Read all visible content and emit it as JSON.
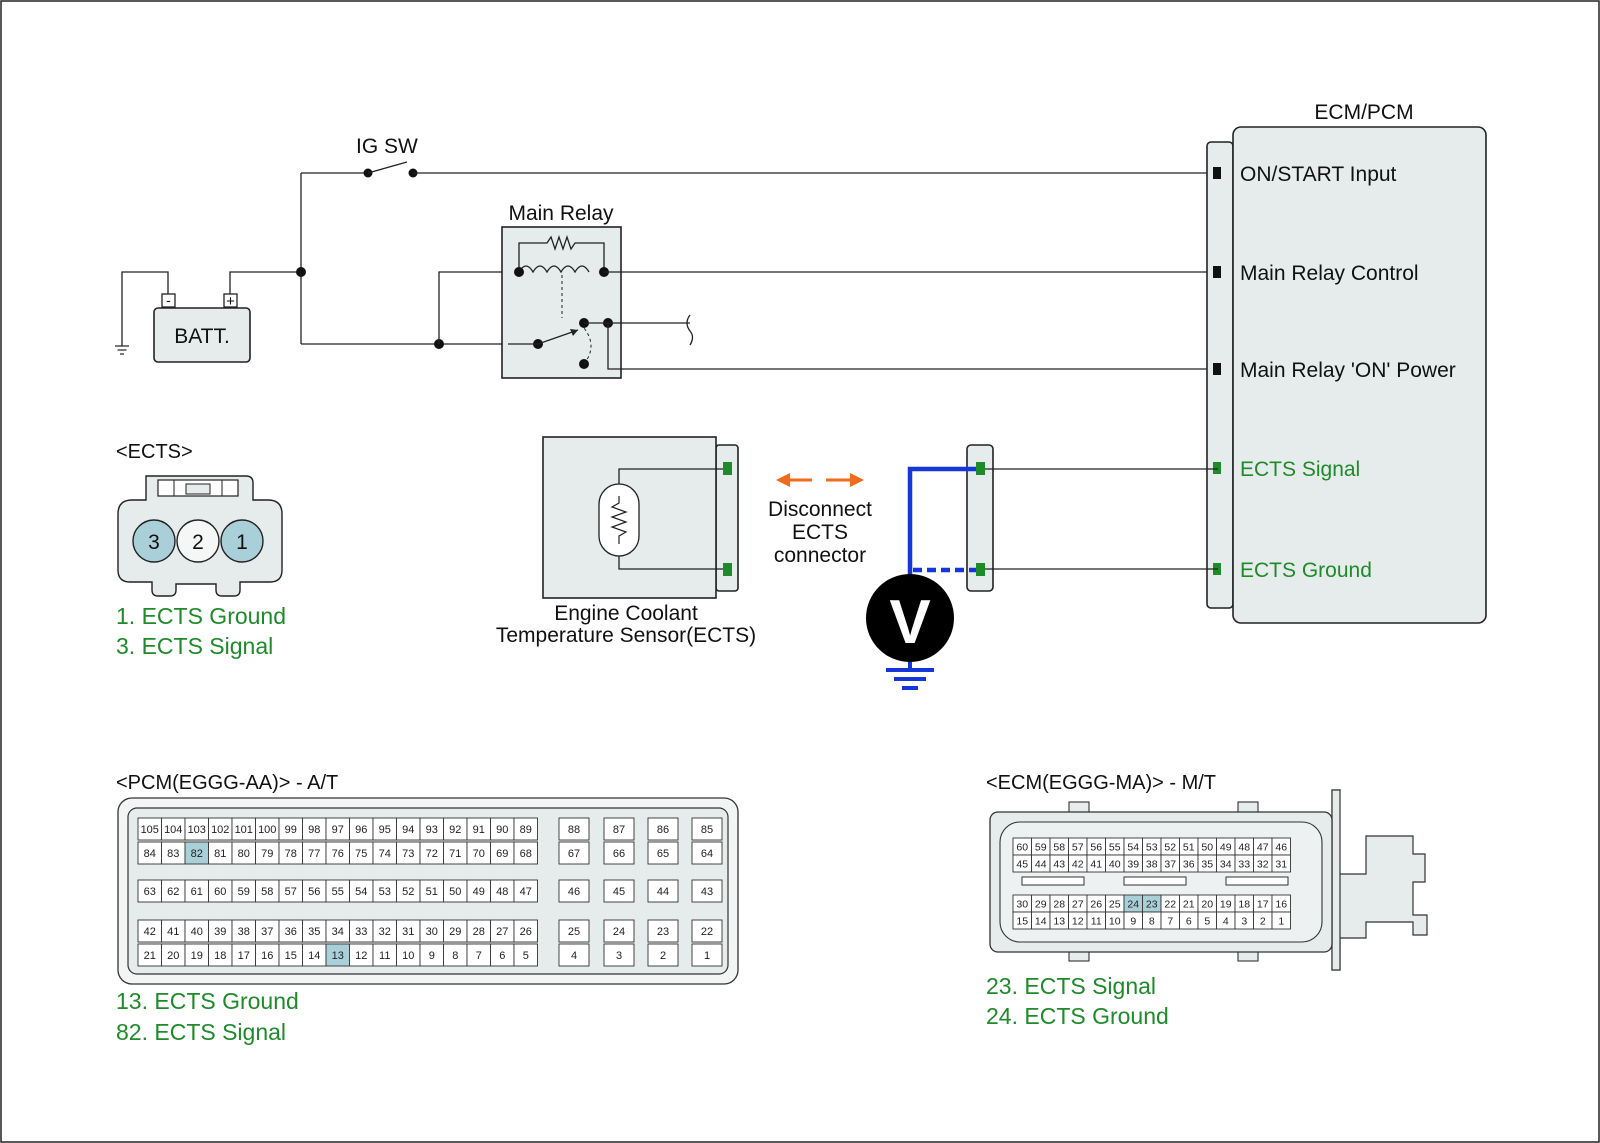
{
  "colors": {
    "signal_text": "#1e8a2a",
    "highlight_pin": "#a9d0d9",
    "probe_wire": "#1537d9",
    "arrow": "#f26a1b",
    "connector_pin": "#1e8a2a",
    "box_fill": "#e6ebeb"
  },
  "power": {
    "ig_sw": "IG SW",
    "batt": "BATT.",
    "batt_minus": "-",
    "batt_plus": "+",
    "main_relay": "Main Relay"
  },
  "ecm": {
    "title": "ECM/PCM",
    "pins": [
      "ON/START Input",
      "Main Relay Control",
      "Main Relay 'ON' Power",
      "ECTS Signal",
      "ECTS Ground"
    ]
  },
  "sensor": {
    "name_line1": "Engine Coolant",
    "name_line2": "Temperature Sensor(ECTS)",
    "disconnect_line1": "Disconnect",
    "disconnect_line2": "ECTS",
    "disconnect_line3": "connector",
    "meter_symbol": "V",
    "meter_icon": "voltmeter-icon"
  },
  "ects_connector": {
    "title": "<ECTS>",
    "pins": [
      "3",
      "2",
      "1"
    ],
    "highlighted": [
      "3",
      "1"
    ],
    "legend": [
      "1. ECTS Ground",
      "3. ECTS Signal"
    ]
  },
  "pcm_connector": {
    "title": "<PCM(EGGG-AA)> - A/T",
    "highlighted": [
      "82",
      "13"
    ],
    "legend": [
      "13. ECTS Ground",
      "82. ECTS Signal"
    ],
    "rows": [
      {
        "main": [
          "105",
          "104",
          "103",
          "102",
          "101",
          "100",
          "99",
          "98",
          "97",
          "96",
          "95",
          "94",
          "93",
          "92",
          "91",
          "90",
          "89"
        ],
        "side": [
          "88",
          "87",
          "86",
          "85"
        ]
      },
      {
        "main": [
          "84",
          "83",
          "82",
          "81",
          "80",
          "79",
          "78",
          "77",
          "76",
          "75",
          "74",
          "73",
          "72",
          "71",
          "70",
          "69",
          "68"
        ],
        "side": [
          "67",
          "66",
          "65",
          "64"
        ]
      },
      {
        "main": [
          "63",
          "62",
          "61",
          "60",
          "59",
          "58",
          "57",
          "56",
          "55",
          "54",
          "53",
          "52",
          "51",
          "50",
          "49",
          "48",
          "47"
        ],
        "side": [
          "46",
          "45",
          "44",
          "43"
        ]
      },
      {
        "main": [
          "42",
          "41",
          "40",
          "39",
          "38",
          "37",
          "36",
          "35",
          "34",
          "33",
          "32",
          "31",
          "30",
          "29",
          "28",
          "27",
          "26"
        ],
        "side": [
          "25",
          "24",
          "23",
          "22"
        ]
      },
      {
        "main": [
          "21",
          "20",
          "19",
          "18",
          "17",
          "16",
          "15",
          "14",
          "13",
          "12",
          "11",
          "10",
          "9",
          "8",
          "7",
          "6",
          "5"
        ],
        "side": [
          "4",
          "3",
          "2",
          "1"
        ]
      }
    ]
  },
  "ecm_connector": {
    "title": "<ECM(EGGG-MA)> - M/T",
    "highlighted": [
      "24",
      "23"
    ],
    "legend": [
      "23. ECTS Signal",
      "24. ECTS Ground"
    ],
    "rows": [
      [
        "60",
        "59",
        "58",
        "57",
        "56",
        "55",
        "54",
        "53",
        "52",
        "51",
        "50",
        "49",
        "48",
        "47",
        "46"
      ],
      [
        "45",
        "44",
        "43",
        "42",
        "41",
        "40",
        "39",
        "38",
        "37",
        "36",
        "35",
        "34",
        "33",
        "32",
        "31"
      ],
      [
        "30",
        "29",
        "28",
        "27",
        "26",
        "25",
        "24",
        "23",
        "22",
        "21",
        "20",
        "19",
        "18",
        "17",
        "16"
      ],
      [
        "15",
        "14",
        "13",
        "12",
        "11",
        "10",
        "9",
        "8",
        "7",
        "6",
        "5",
        "4",
        "3",
        "2",
        "1"
      ]
    ]
  }
}
